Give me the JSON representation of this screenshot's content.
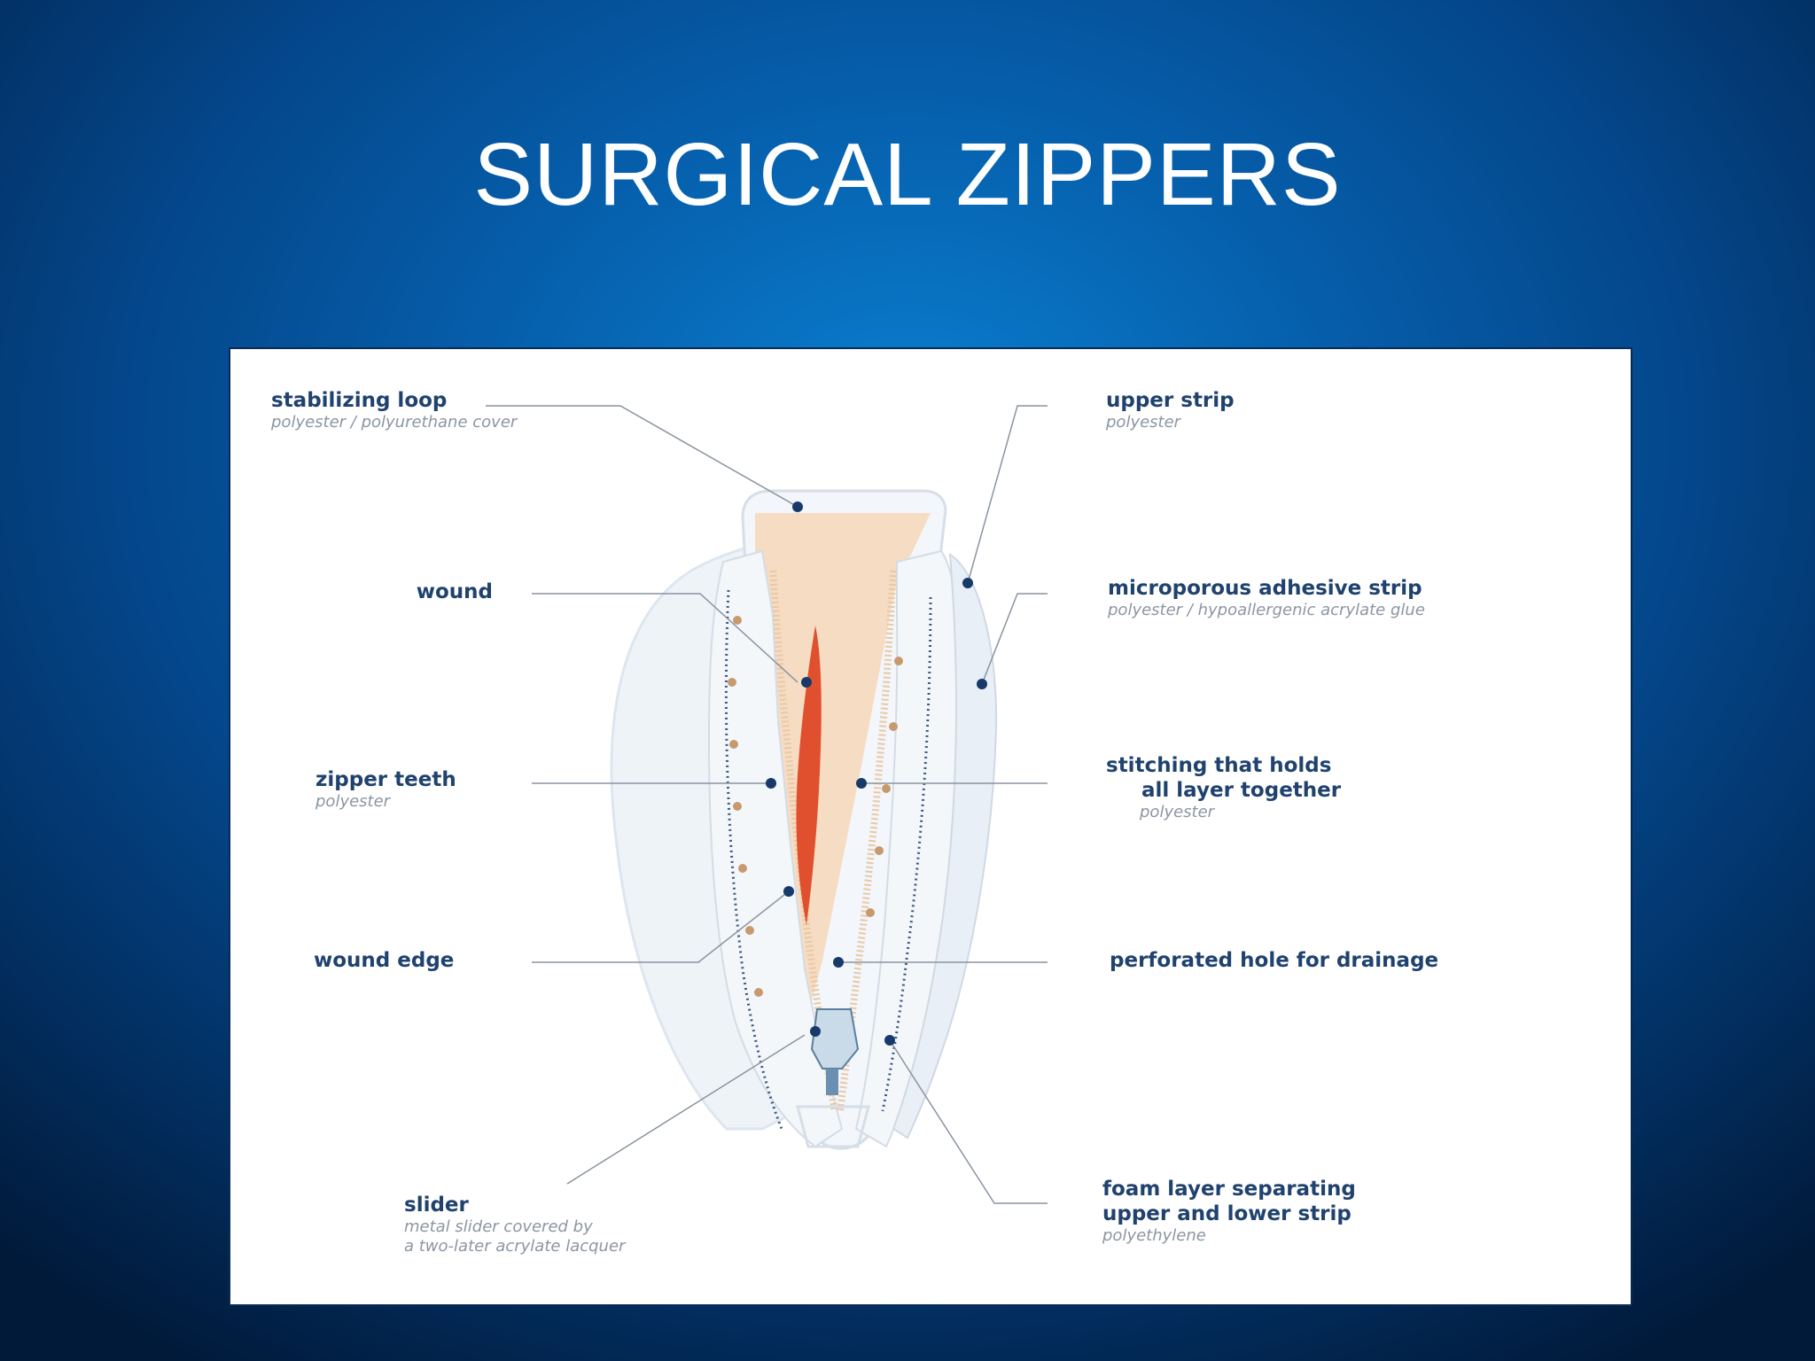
{
  "slide": {
    "title": "SURGICAL ZIPPERS"
  },
  "diagram": {
    "labels": {
      "stabilizing_loop": {
        "title": "stabilizing loop",
        "sub": "polyester / polyurethane cover"
      },
      "upper_strip": {
        "title": "upper strip",
        "sub": "polyester"
      },
      "wound": {
        "title": "wound"
      },
      "adhesive_strip": {
        "title": "microporous adhesive strip",
        "sub": "polyester / hypoallergenic acrylate glue"
      },
      "zipper_teeth": {
        "title": "zipper teeth",
        "sub": "polyester"
      },
      "stitching": {
        "title_1": "stitching that holds",
        "title_2": "all layer together",
        "sub": "polyester"
      },
      "wound_edge": {
        "title": "wound edge"
      },
      "perforated_hole": {
        "title": "perforated hole for drainage"
      },
      "slider": {
        "title": "slider",
        "sub_1": "metal slider covered by",
        "sub_2": "a two-later acrylate lacquer"
      },
      "foam_layer": {
        "title_1": "foam layer separating",
        "title_2": "upper and lower strip",
        "sub": "polyethylene"
      }
    },
    "colors": {
      "label": "#20426e",
      "sub": "#8b96a3",
      "leader": "#8a93a0",
      "dot": "#173a6a",
      "wound": "#e0502e",
      "skin": "#f6dcc2"
    }
  }
}
